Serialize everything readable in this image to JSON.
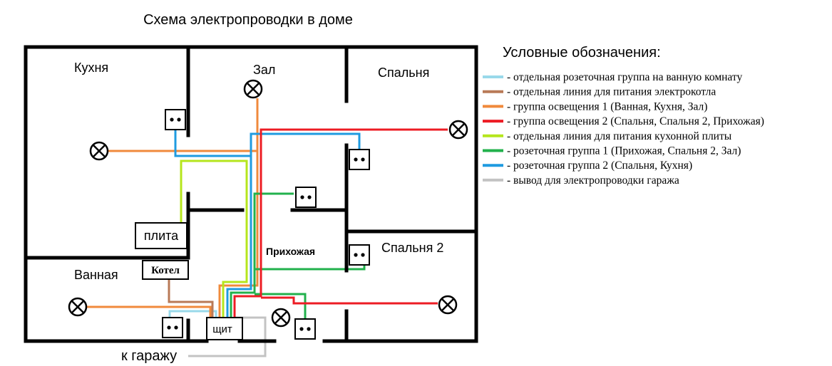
{
  "title": "Схема электропроводки в доме",
  "rooms": {
    "kitchen": "Кухня",
    "hall": "Зал",
    "bedroom": "Спальня",
    "hallway": "Прихожая",
    "bedroom2": "Спальня 2",
    "bathroom": "Ванная"
  },
  "equipment": {
    "stove": "плита",
    "boiler": "Котел",
    "panel": "щит"
  },
  "garage_label": "к гаражу",
  "legend": {
    "title": "Условные обозначения:",
    "items": [
      {
        "color": "#99d9ea",
        "label": "- отдельная розеточная группа на ванную комнату"
      },
      {
        "color": "#b97a57",
        "label": "- отдельная линия для питания электрокотла"
      },
      {
        "color": "#f08a3c",
        "label": "- группа освещения 1 (Ванная, Кухня, Зал)"
      },
      {
        "color": "#ed1c24",
        "label": "- группа освещения 2 (Спальня, Спальня 2, Прихожая)"
      },
      {
        "color": "#b5e61d",
        "label": "- отдельная линия для питания кухонной плиты"
      },
      {
        "color": "#22b14c",
        "label": "- розеточная группа 1 (Прихожая, Спальня 2, Зал)"
      },
      {
        "color": "#1f9be0",
        "label": "- розеточная группа 2 (Спальня, Кухня)"
      },
      {
        "color": "#c3c3c3",
        "label": "- вывод для электропроводки гаража"
      }
    ]
  },
  "colors": {
    "walls": "#000000",
    "bath_sockets": "#99d9ea",
    "boiler_line": "#b97a57",
    "lighting_1": "#f08a3c",
    "lighting_2": "#ed1c24",
    "stove_line": "#b5e61d",
    "sockets_1": "#22b14c",
    "sockets_2": "#1f9be0",
    "garage": "#c3c3c3"
  }
}
